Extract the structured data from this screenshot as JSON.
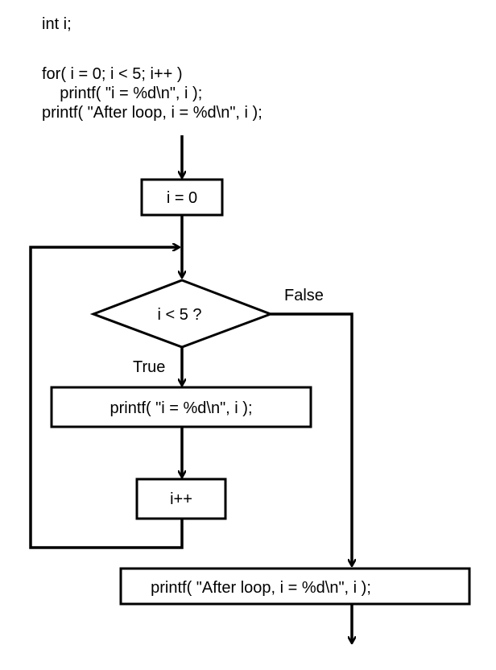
{
  "code": {
    "line1": "int i;",
    "line2": "for( i = 0; i < 5; i++ )",
    "line3": "    printf( \"i = %d\\n\", i );",
    "line4": "printf( \"After loop, i = %d\\n\", i );"
  },
  "flowchart": {
    "init_label": "i = 0",
    "condition_label": "i < 5 ?",
    "true_label": "True",
    "false_label": "False",
    "body_label": "printf( \"i = %d\\n\", i );",
    "increment_label": "i++",
    "after_label": "printf( \"After loop, i = %d\\n\", i );"
  }
}
